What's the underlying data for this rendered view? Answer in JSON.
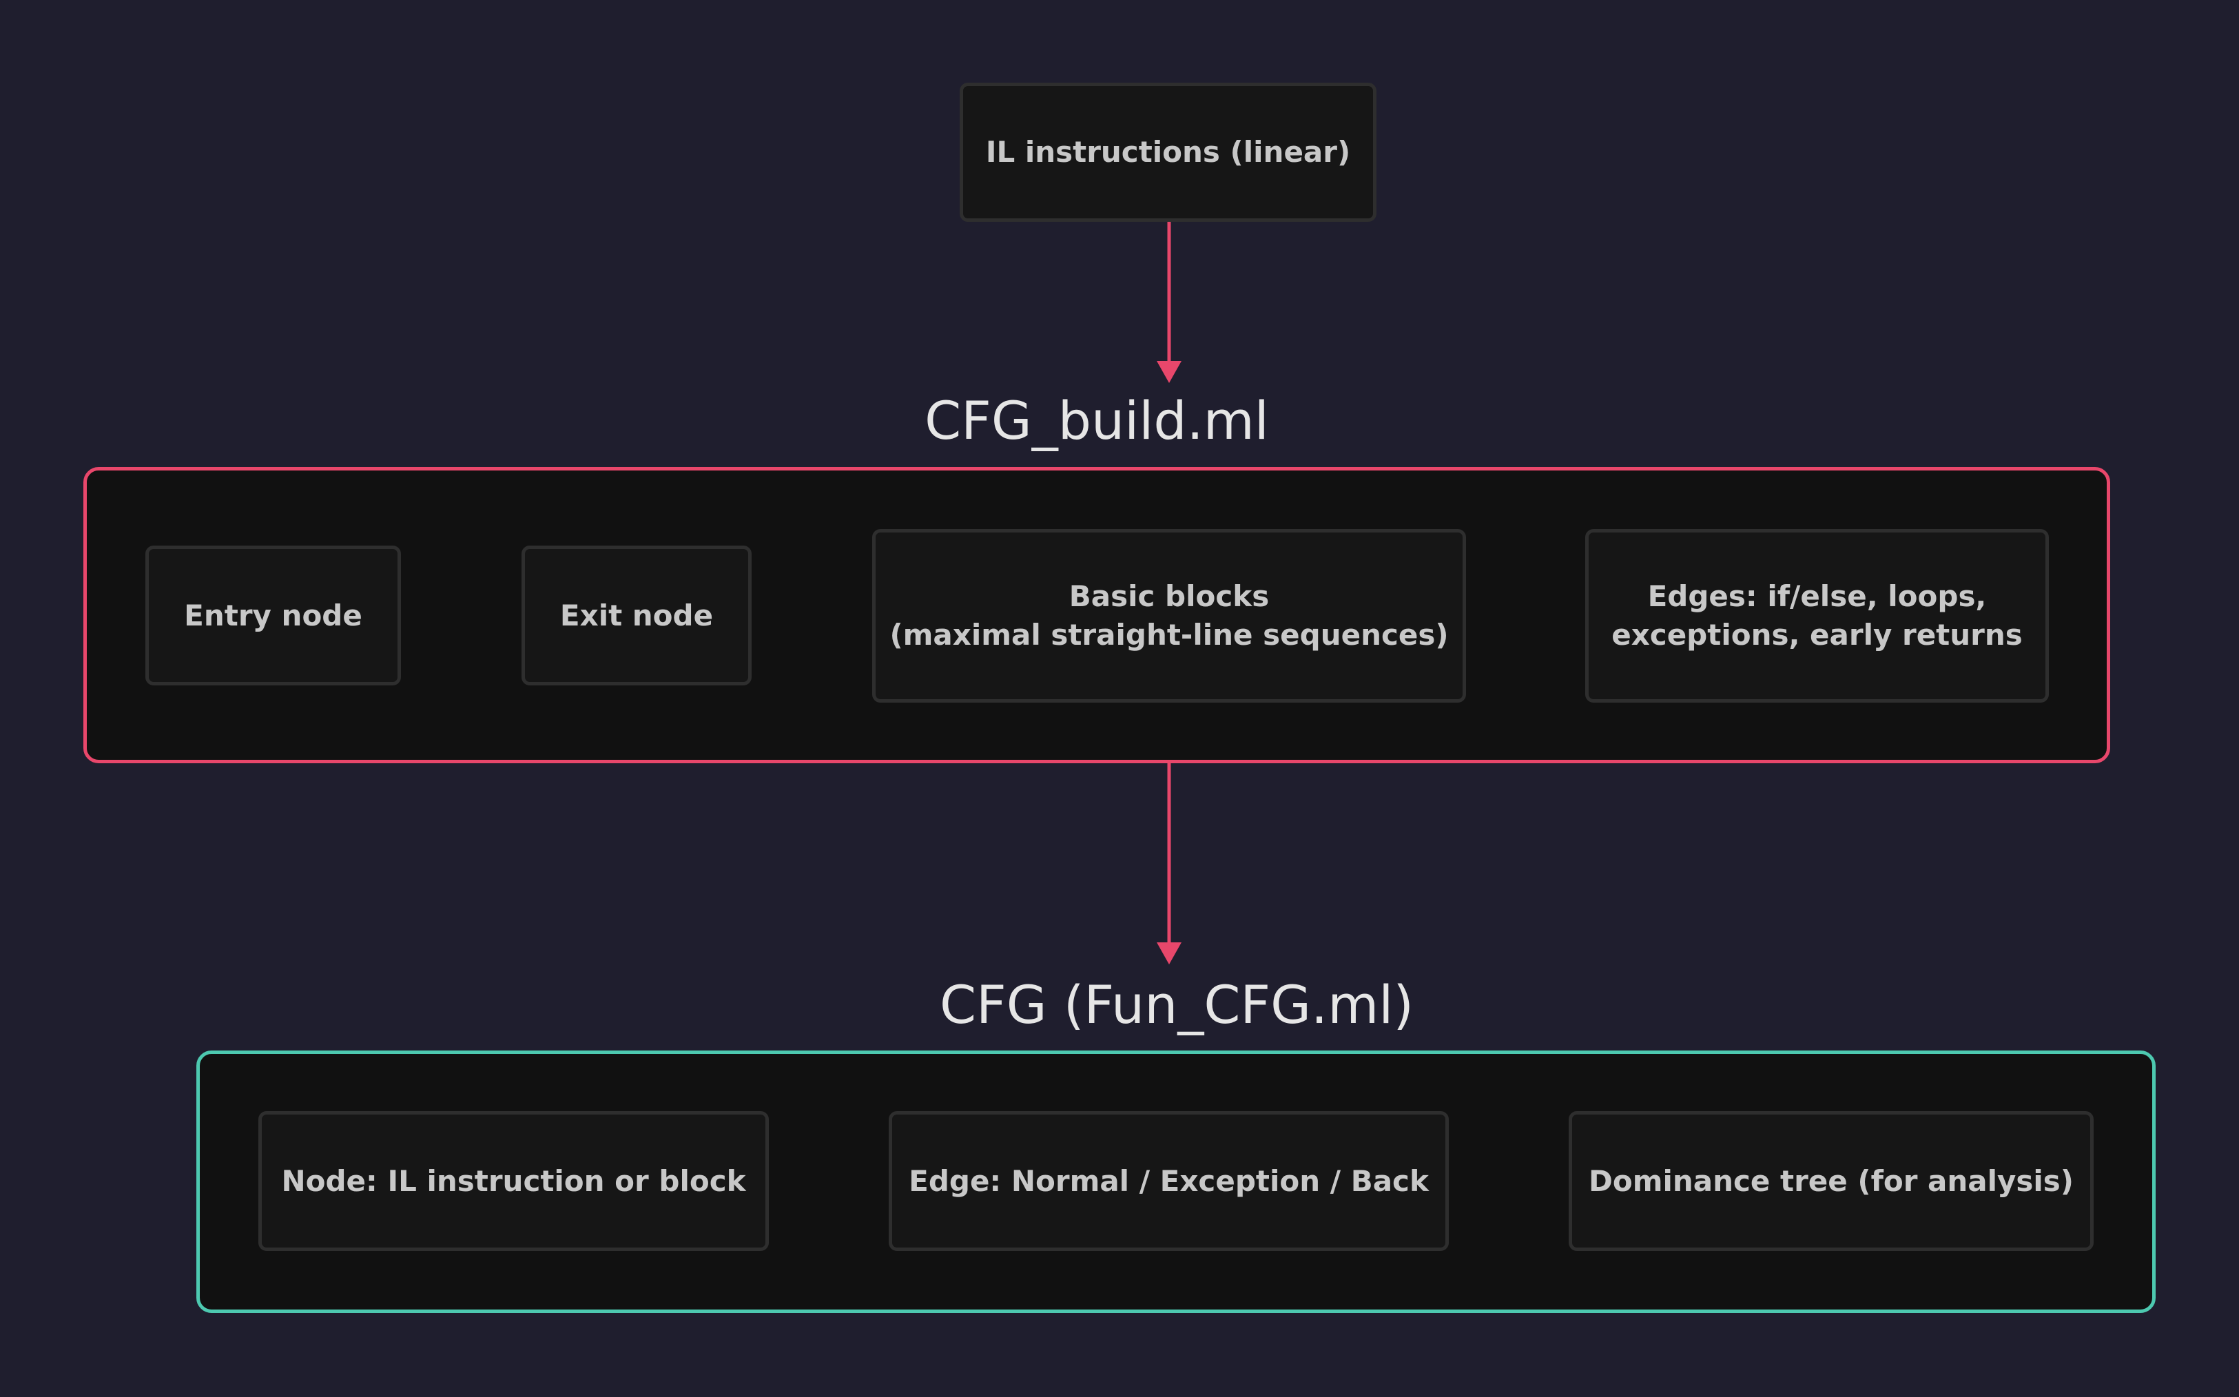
{
  "colors": {
    "background": "#1f1e2e",
    "node_fill": "#161616",
    "node_border": "#2e2e2e",
    "cluster_fill": "#111111",
    "build_cluster_border": "#e8476b",
    "cfg_cluster_border": "#4dc9b0",
    "arrow": "#e8476b",
    "node_text": "#c8c8c8",
    "title_text": "#e6e6e6"
  },
  "input_node": {
    "label": "IL instructions (linear)"
  },
  "build_cluster": {
    "title": "CFG_build.ml",
    "nodes": [
      {
        "label": "Entry node"
      },
      {
        "label": "Exit node"
      },
      {
        "label": "Basic blocks\n(maximal straight-line sequences)"
      },
      {
        "label": "Edges: if/else, loops,\nexceptions, early returns"
      }
    ]
  },
  "cfg_cluster": {
    "title": "CFG (Fun_CFG.ml)",
    "nodes": [
      {
        "label": "Node: IL instruction or block"
      },
      {
        "label": "Edge: Normal / Exception / Back"
      },
      {
        "label": "Dominance tree (for analysis)"
      }
    ]
  }
}
